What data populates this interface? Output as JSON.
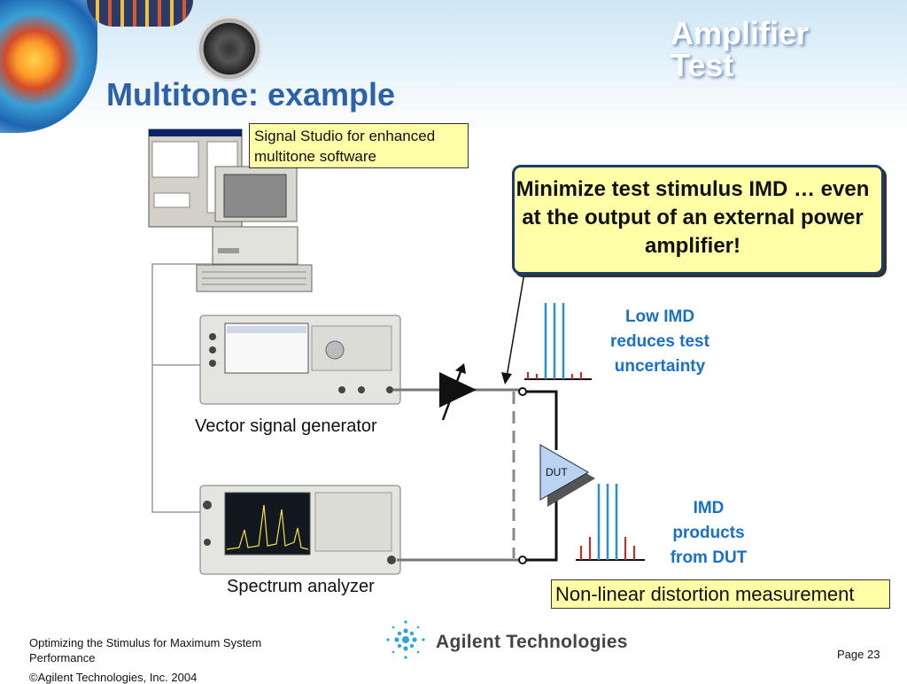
{
  "slide": {
    "section_title": "Amplifier Test",
    "main_title": "Multitone:  example",
    "callouts": {
      "signal_studio": "Signal Studio for enhanced multitone software",
      "minimize_imd": "Minimize  test stimulus IMD … even at the output of  an external power amplifier!",
      "non_linear": "Non-linear distortion measurement"
    },
    "labels": {
      "low_imd": "Low IMD reduces test uncertainty",
      "imd_products": "IMD products from DUT",
      "dut": "DUT"
    },
    "captions": {
      "vector_signal_generator": "Vector signal generator",
      "spectrum_analyzer": "Spectrum analyzer"
    }
  },
  "footer": {
    "presentation_title": "Optimizing the Stimulus for Maximum System Performance",
    "copyright": "©Agilent Technologies, Inc. 2004",
    "company": "Agilent Technologies",
    "page": "Page 23"
  },
  "colors": {
    "title_blue": "#2d61a8",
    "label_blue": "#1a6fc8",
    "callout_yellow": "#ffffa8",
    "tone_blue": "#2b8fd0",
    "imd_red": "#e02020"
  },
  "icons": [
    "computer-icon",
    "signal-generator-icon",
    "spectrum-analyzer-icon",
    "variable-amplifier-icon",
    "dut-amplifier-icon",
    "agilent-spark-logo"
  ]
}
